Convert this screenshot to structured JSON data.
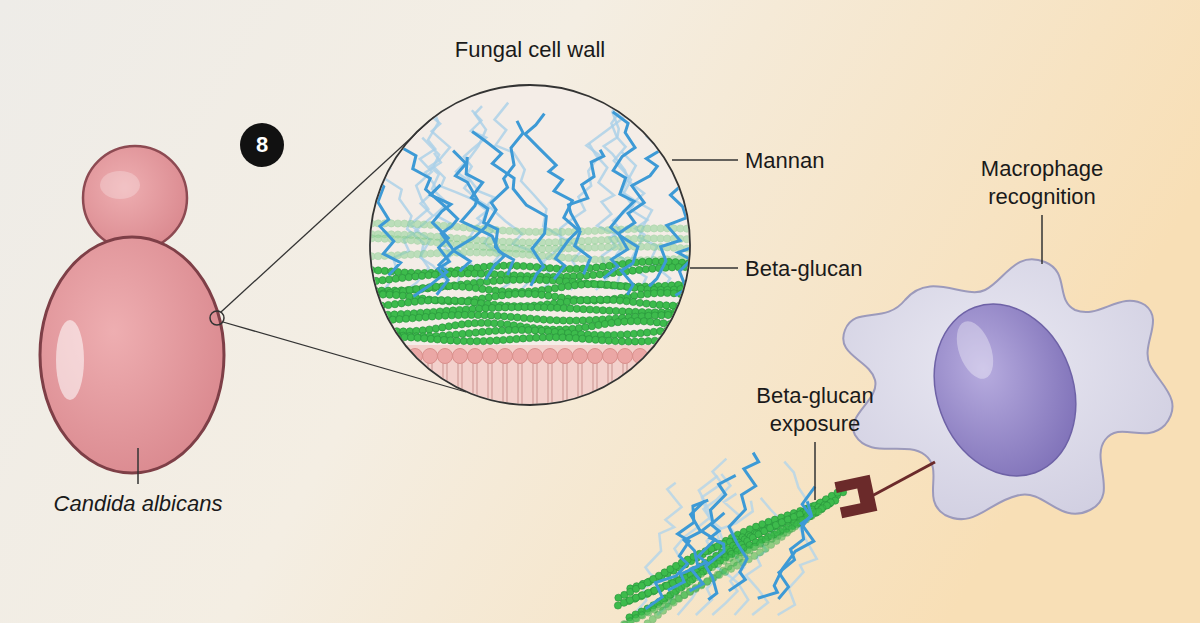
{
  "diagram": {
    "nodes": [
      {
        "text": [
          "8"
        ]
      },
      {
        "text": [
          "Fungal cell wall"
        ]
      }
    ],
    "labels": [
      "Mannan",
      "Beta-glucan",
      "Macrophage recognition",
      "Beta-glucan exposure",
      "Candida albicans"
    ]
  }
}
